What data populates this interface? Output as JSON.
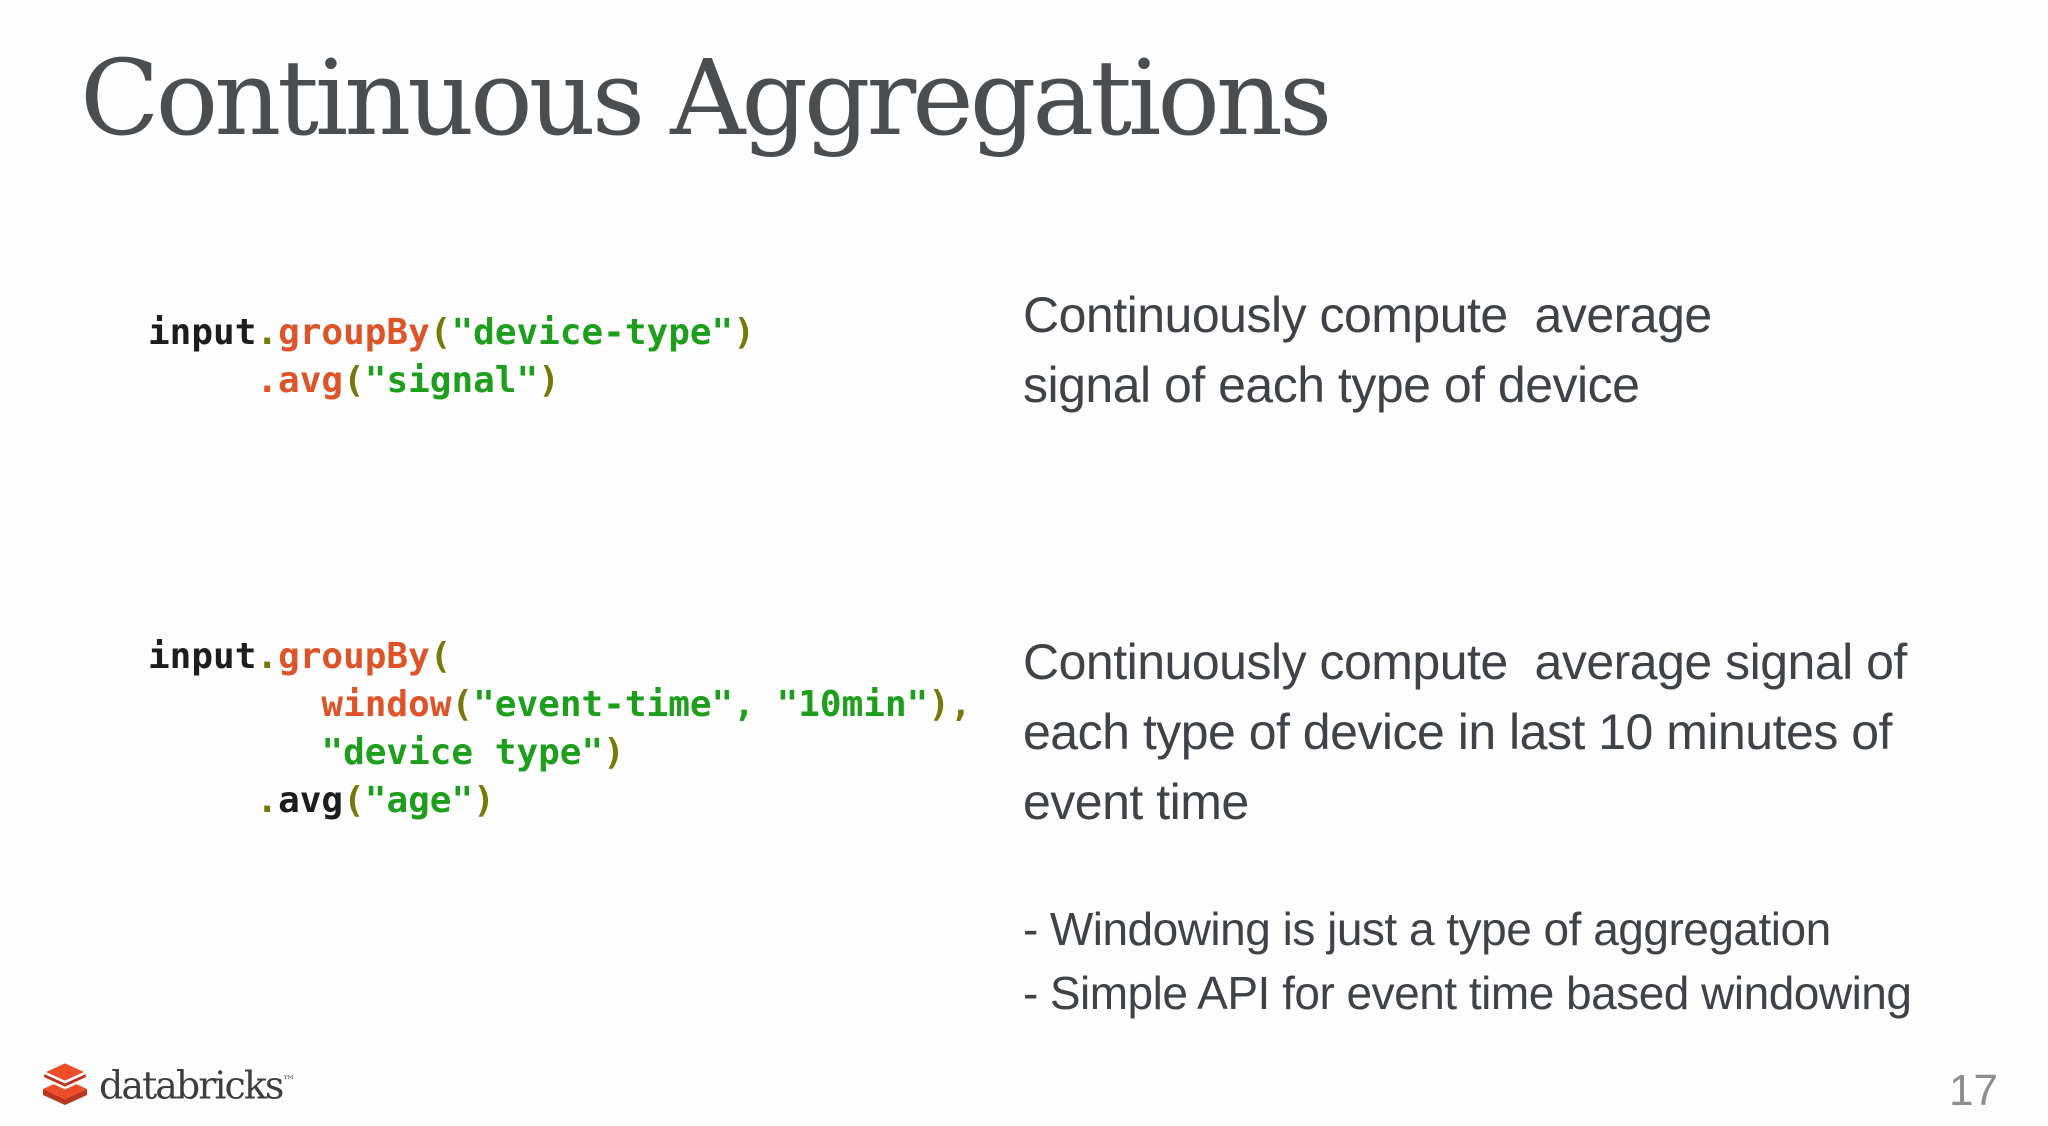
{
  "title": "Continuous Aggregations",
  "page_number": "17",
  "examples": [
    {
      "description": "Continuously compute  average\nsignal of each type of device",
      "code_lines": [
        [
          [
            "plain",
            "input"
          ],
          [
            "punct",
            "."
          ],
          [
            "method",
            "groupBy"
          ],
          [
            "punct",
            "("
          ],
          [
            "string",
            "\"device-type\""
          ],
          [
            "punct",
            ")"
          ]
        ],
        [
          [
            "plain",
            "     "
          ],
          [
            "method",
            ".avg"
          ],
          [
            "punct",
            "("
          ],
          [
            "string",
            "\"signal\""
          ],
          [
            "punct",
            ")"
          ]
        ]
      ]
    },
    {
      "description": "Continuously compute  average signal of\neach type of device in last 10 minutes of\nevent time",
      "code_lines": [
        [
          [
            "plain",
            "input"
          ],
          [
            "punct",
            "."
          ],
          [
            "method",
            "groupBy"
          ],
          [
            "punct",
            "("
          ]
        ],
        [
          [
            "plain",
            "        "
          ],
          [
            "method",
            "window"
          ],
          [
            "punct",
            "("
          ],
          [
            "string",
            "\"event-time\""
          ],
          [
            "string",
            ", "
          ],
          [
            "string",
            "\"10min\""
          ],
          [
            "punct",
            "),"
          ]
        ],
        [
          [
            "plain",
            "        "
          ],
          [
            "string",
            "\"device type\""
          ],
          [
            "punct",
            ")"
          ]
        ],
        [
          [
            "plain",
            "     "
          ],
          [
            "punct",
            "."
          ],
          [
            "plain",
            "avg"
          ],
          [
            "punct",
            "("
          ],
          [
            "string",
            "\"age\""
          ],
          [
            "punct",
            ")"
          ]
        ]
      ]
    }
  ],
  "bullets": {
    "marker": "-",
    "items": [
      "Windowing is just a type of aggregation",
      "Simple API for event time based windowing"
    ]
  },
  "logo": {
    "icon": "databricks-cubes-icon",
    "wordmark": "databricks",
    "trademark": "™"
  },
  "colors": {
    "background": "#fdfdfd",
    "title_text": "#4b4e51",
    "body_text": "#3f4247",
    "page_number_text": "#8c8e90",
    "syntax": {
      "plain": "#1d1d1d",
      "method": "#dd5428",
      "punct": "#77790a",
      "string": "#1d9e1d"
    },
    "logo_cube_top": "#ee4d2a",
    "logo_cube_side": "#b93620"
  }
}
